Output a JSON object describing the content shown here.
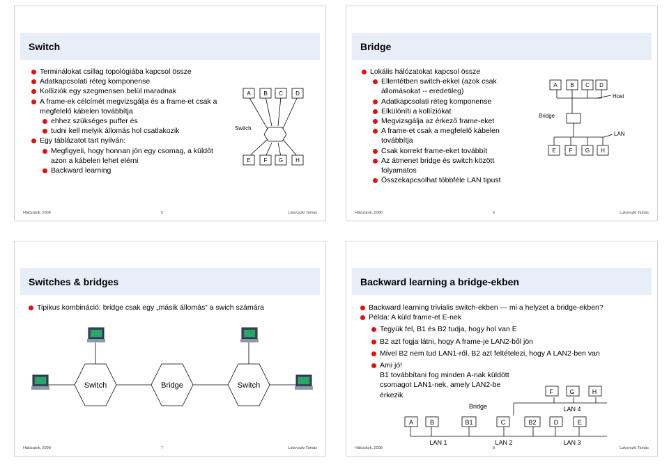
{
  "slides": [
    {
      "title": "Switch",
      "bullets": [
        {
          "level": 1,
          "text": "Terminálokat csillag topológiába kapcsol össze"
        },
        {
          "level": 1,
          "text": "Adatkapcsolati réteg komponense"
        },
        {
          "level": 1,
          "text": "Kollíziók egy szegmensen belül maradnak"
        },
        {
          "level": 1,
          "text": "A frame-ek célcímét megvizsgálja és a frame-et csak a megfelelő kábelen továbbítja"
        },
        {
          "level": 2,
          "text": "ehhez szükséges puffer és"
        },
        {
          "level": 2,
          "text": "tudni kell melyik állomás hol csatlakozik"
        },
        {
          "level": 1,
          "text": "Egy táblázatot tart nyilván:"
        },
        {
          "level": 2,
          "text": "Megfigyeli, hogy honnan jön egy csomag, a küldőt azon a kábelen lehet elérni"
        },
        {
          "level": 2,
          "text": "Backward learning"
        }
      ],
      "diagram": {
        "switch_label": "Switch",
        "top": [
          "A",
          "B",
          "C",
          "D"
        ],
        "bottom": [
          "E",
          "F",
          "G",
          "H"
        ]
      },
      "footer": {
        "left": "Hálózatok, 2008",
        "page": "5",
        "right": "Lukovszki Tamás"
      }
    },
    {
      "title": "Bridge",
      "bullets": [
        {
          "level": 1,
          "text": "Lokális hálózatokat kapcsol össze"
        },
        {
          "level": 2,
          "text": "Ellentétben switch-ekkel (azok csak állomásokat -- eredetileg)"
        },
        {
          "level": 2,
          "text": "Adatkapcsolati réteg komponense"
        },
        {
          "level": 2,
          "text": "Elkülöníti a kollíziókat"
        },
        {
          "level": 2,
          "text": "Megvizsgálja az érkező frame-eket"
        },
        {
          "level": 2,
          "text": "A frame-et csak a megfelelő kábelen továbbítja"
        },
        {
          "level": 2,
          "text": "Csak korrekt frame-eket továbbít"
        },
        {
          "level": 2,
          "text": "Az átmenet bridge és switch között folyamatos"
        },
        {
          "level": 2,
          "text": "Összekapcsolhat többféle LAN tipust"
        }
      ],
      "diagram": {
        "bridge_label": "Bridge",
        "host_label": "Host",
        "lan_label": "LAN",
        "top": [
          "A",
          "B",
          "C",
          "D"
        ],
        "bottom": [
          "E",
          "F",
          "G",
          "H"
        ]
      },
      "footer": {
        "left": "Hálózatok, 2008",
        "page": "6",
        "right": "Lukovszki Tamás"
      }
    },
    {
      "title": "Switches & bridges",
      "bullets": [
        {
          "level": 1,
          "text": "Tipikus kombináció: bridge csak egy „másik állomás” a swich számára"
        }
      ],
      "diagram": {
        "nodes": [
          "Switch",
          "Bridge",
          "Switch"
        ]
      },
      "footer": {
        "left": "Hálózatok, 2008",
        "page": "7",
        "right": "Lukovszki Tamás"
      }
    },
    {
      "title": "Backward learning a bridge-ekben",
      "bullets": [
        {
          "level": 1,
          "text": "Backward learning trivialis switch-ekben — mi a helyzet a bridge-ekben?"
        },
        {
          "level": 1,
          "text": "Példa: A küld frame-et E-nek"
        },
        {
          "level": 2,
          "text": "Tegyük fel, B1 és B2 tudja, hogy hol van E"
        },
        {
          "level": 2,
          "text": "B2 azt fogja látni, hogy A frame-je LAN2-ből jön"
        },
        {
          "level": 2,
          "text": "Mivel B2 nem tud LAN1-ről, B2 azt feltételezi, hogy A LAN2-ben van"
        },
        {
          "level": 2,
          "text": "Ami jó!"
        }
      ],
      "note": "B1 továbbítani fog minden A-nak küldött csomagot LAN1-nek, amely LAN2-be érkezik",
      "diagram": {
        "bridge_label": "Bridge",
        "top": [
          "F",
          "G",
          "H"
        ],
        "lan4": "LAN 4",
        "bottom": [
          "A",
          "B",
          "B1",
          "C",
          "B2",
          "D",
          "E"
        ],
        "lans": [
          "LAN 1",
          "LAN 2",
          "LAN 3"
        ]
      },
      "footer": {
        "left": "Hálózatok, 2008",
        "page": "8",
        "right": "Lukovszki Tamás"
      }
    }
  ]
}
